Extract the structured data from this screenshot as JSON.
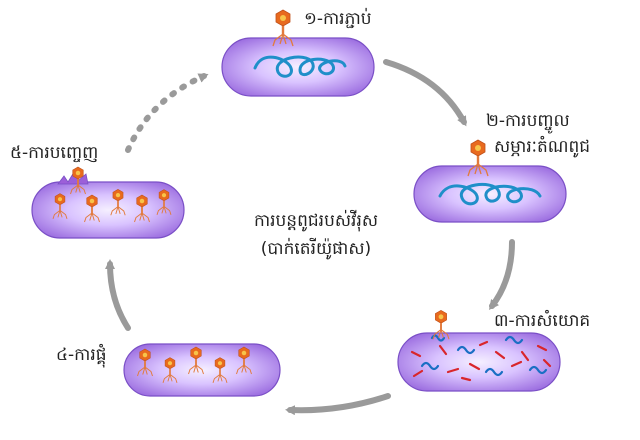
{
  "stages": [
    {
      "id": 1,
      "label": "១-ការភ្ជាប់"
    },
    {
      "id": 2,
      "label_line1": "២-ការបញ្ចូល",
      "label_line2": "សម្ភារៈតំណពូជ"
    },
    {
      "id": 3,
      "label": "៣-ការសំយោគ"
    },
    {
      "id": 4,
      "label": "៤-ការផ្គុំ"
    },
    {
      "id": 5,
      "label": "៥-ការបញ្ចេញ"
    }
  ],
  "center": {
    "line1": "ការបន្តពូជរបស់វីរុស",
    "line2": "(បាក់តេរីយ៉ូផាស)"
  },
  "colors": {
    "cell_fill": "#b68ae8",
    "cell_edge": "#7a4fc6",
    "cell_glow": "#ece2ff",
    "dna": "#1f8fc9",
    "arrow": "#9a9a9a",
    "phage_head": "#e86a1e",
    "phage_tail": "#e27a3c",
    "fragment_red": "#d9262b",
    "fragment_blue": "#1a6fc4"
  }
}
